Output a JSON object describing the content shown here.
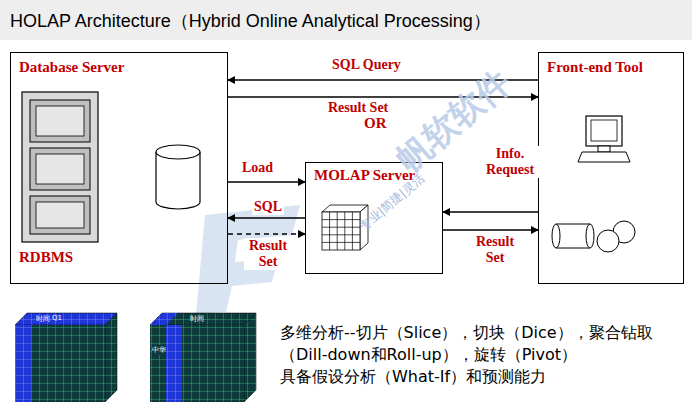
{
  "diagram": {
    "title": "HOLAP Architecture（Hybrid Online Analytical Processing）",
    "nodes": [
      {
        "text": [
          "Database Server",
          "RDBMS"
        ]
      },
      {
        "text": [
          "MOLAP Server"
        ]
      },
      {
        "text": [
          "Front-end Tool"
        ]
      }
    ],
    "edges": [
      {
        "from": 2,
        "to": 0,
        "label": "SQL Query",
        "arrow": "to"
      },
      {
        "from": 0,
        "to": 2,
        "label": "Result Set",
        "arrow": "to"
      },
      {
        "from": 0,
        "to": 1,
        "label": "Load",
        "arrow": "to"
      },
      {
        "from": 1,
        "to": 0,
        "label": "SQL",
        "arrow": "to"
      },
      {
        "from": 0,
        "to": 1,
        "label": "Result Set",
        "arrow": "to"
      },
      {
        "from": 2,
        "to": 1,
        "label": "Info. Request",
        "arrow": "to"
      },
      {
        "from": 1,
        "to": 2,
        "label": "Result Set",
        "arrow": "to"
      }
    ],
    "labels": [
      "OR",
      "帆软软件",
      "专业|简捷|灵活",
      "时间",
      "Q1",
      "时间",
      "中华",
      "多维分析--切片（Slice），切块（Dice），聚合钻取（Dill-down和Roll-up），旋转（Pivot）",
      "具备假设分析（What-If）和预测能力"
    ]
  }
}
